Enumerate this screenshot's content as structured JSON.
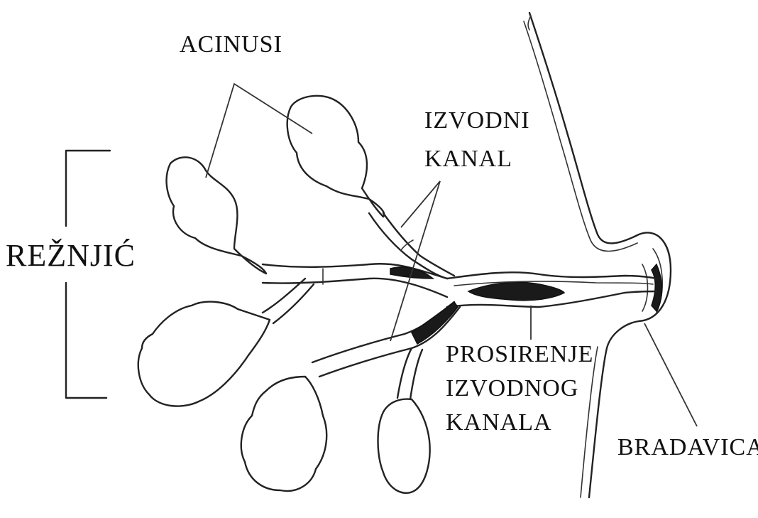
{
  "labels": {
    "acini": "ACINUSI",
    "duct_line1": "IZVODNI",
    "duct_line2": "KANAL",
    "lobule": "REŽNJIĆ",
    "sinus_line1": "PROSIRENJE",
    "sinus_line2": "IZVODNOG",
    "sinus_line3": "KANALA",
    "nipple": "BRADAVICA"
  },
  "colors": {
    "ink": "#222222",
    "background": "#ffffff"
  }
}
